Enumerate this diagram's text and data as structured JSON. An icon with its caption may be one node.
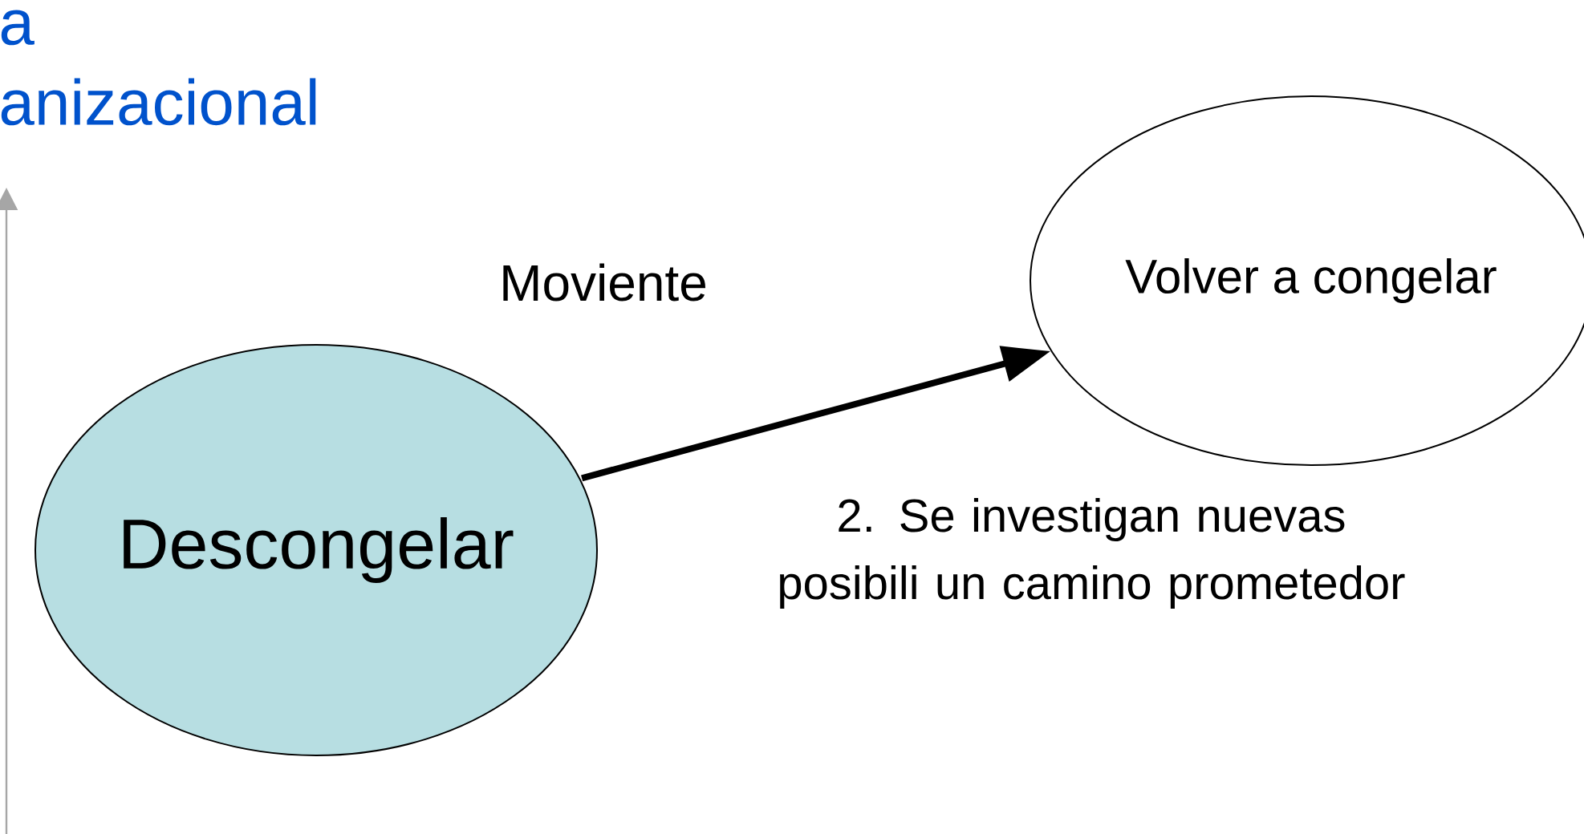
{
  "diagram": {
    "title": "a anizacional",
    "nodes": [
      {
        "text": [
          "Descongelar"
        ]
      },
      {
        "text": [
          "Volver a congelar"
        ]
      }
    ],
    "edges": [
      {
        "from": 0,
        "to": 1,
        "arrow": "to",
        "label": "Moviente"
      }
    ],
    "labels": [
      "2. Se investigan nuevas posibili un camino prometedor"
    ]
  }
}
